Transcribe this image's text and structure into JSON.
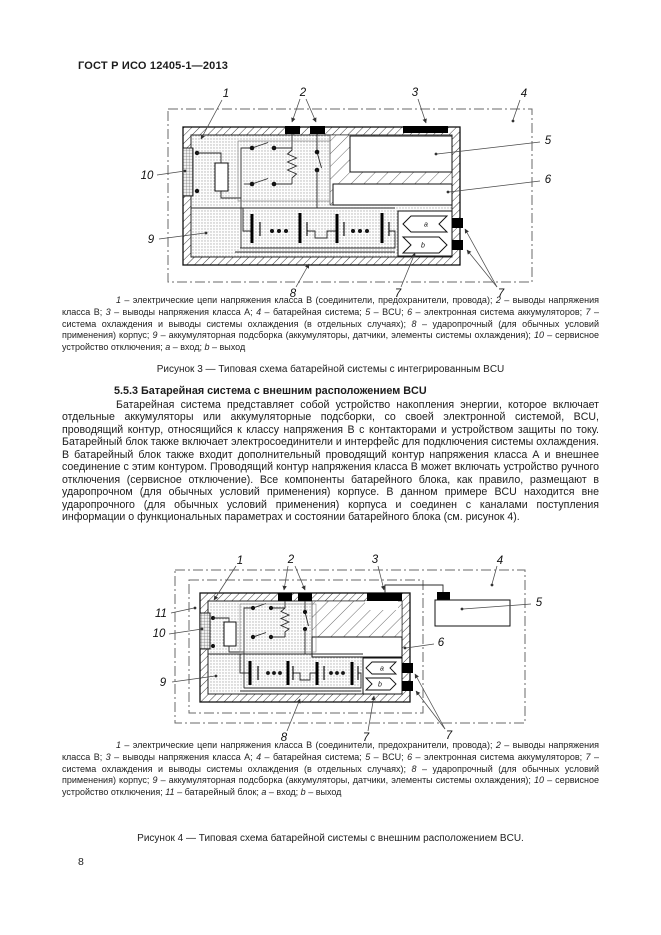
{
  "page": {
    "header": "ГОСТ Р ИСО 12405-1—2013",
    "number": "8"
  },
  "figure3": {
    "callouts": {
      "c1": "1",
      "c2": "2",
      "c3": "3",
      "c4": "4",
      "c5": "5",
      "c6": "6",
      "c7": "7",
      "c8": "8",
      "c9": "9",
      "c10": "10",
      "a": "a",
      "b": "b"
    },
    "legend": [
      {
        "label": "1",
        "text": "электрические цепи напряжения класса В (соединители, предохранители, провода)"
      },
      {
        "label": "2",
        "text": "выводы напряжения класса В"
      },
      {
        "label": "3",
        "text": "выводы напряжения класса А"
      },
      {
        "label": "4",
        "text": "батарейная система"
      },
      {
        "label": "5",
        "text": "BCU"
      },
      {
        "label": "6",
        "text": "электронная система аккумуляторов"
      },
      {
        "label": "7",
        "text": "система охлаждения и выводы системы охлаждения (в отдельных случаях)"
      },
      {
        "label": "8",
        "text": "ударопрочный (для обычных условий применения) корпус"
      },
      {
        "label": "9",
        "text": "аккумуляторная подсборка (аккумуляторы, датчики, элементы системы охлаждения)"
      },
      {
        "label": "10",
        "text": "сервисное устройство отключения"
      },
      {
        "label": "a",
        "text": "вход"
      },
      {
        "label": "b",
        "text": "выход"
      }
    ],
    "caption": "Рисунок 3 — Типовая схема батарейной системы с интегрированным BCU"
  },
  "section": {
    "heading": "5.5.3 Батарейная система с внешним расположением BCU",
    "body": "Батарейная система представляет собой устройство накопления энергии, которое включает отдельные аккумуляторы или аккумуляторные подсборки, со своей электронной системой, BCU, проводящий контур, относящийся к классу напряжения В с контакторами и устройством защиты по току. Батарейный блок также включает электросоединители и интерфейс для подключения системы охлаждения. В батарейный блок также входит дополнительный проводящий контур напряжения класса А и внешнее соединение с этим контуром. Проводящий контур напряжения класса В может включать устройство ручного отключения (сервисное отключение). Все компоненты батарейного блока, как правило, размещают в ударопрочном (для обычных условий применения) корпусе. В данном примере BCU находится вне ударопрочного (для обычных условий применения) корпуса и соединен с каналами поступления информации о функциональных параметрах и состоянии батарейного блока (см. рисунок 4)."
  },
  "figure4": {
    "callouts": {
      "c1": "1",
      "c2": "2",
      "c3": "3",
      "c4": "4",
      "c5": "5",
      "c6": "6",
      "c7": "7",
      "c8": "8",
      "c9": "9",
      "c10": "10",
      "c11": "11",
      "a": "a",
      "b": "b"
    },
    "legend": [
      {
        "label": "1",
        "text": "электрические цепи напряжения класса В (соединители, предохранители, провода)"
      },
      {
        "label": "2",
        "text": "выводы напряжения класса В"
      },
      {
        "label": "3",
        "text": "выводы напряжения класса А"
      },
      {
        "label": "4",
        "text": "батарейная система"
      },
      {
        "label": "5",
        "text": "BCU"
      },
      {
        "label": "6",
        "text": "электронная система аккумуляторов"
      },
      {
        "label": "7",
        "text": "система охлаждения и выводы системы охлаждения (в отдельных случаях)"
      },
      {
        "label": "8",
        "text": "ударопрочный (для обычных условий применения) корпус"
      },
      {
        "label": "9",
        "text": "аккумуляторная подсборка (аккумуляторы, датчики, элементы системы охлаждения)"
      },
      {
        "label": "10",
        "text": "сервисное устройство отключения"
      },
      {
        "label": "11",
        "text": "батарейный блок"
      },
      {
        "label": "a",
        "text": "вход"
      },
      {
        "label": "b",
        "text": "выход"
      }
    ],
    "caption": "Рисунок 4 — Типовая схема батарейной системы с внешним расположением BCU."
  }
}
